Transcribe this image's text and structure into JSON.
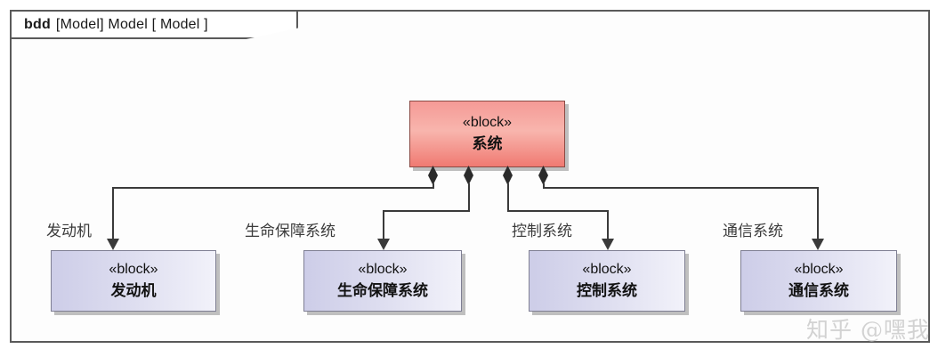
{
  "frame": {
    "kind": "bdd",
    "title": "[Model] Model [ Model ]"
  },
  "diagram": {
    "type": "sysml-block-definition-diagram",
    "root": {
      "stereotype": "«block»",
      "name": "系统",
      "fill": "#f3998f",
      "border": "#8a4a44"
    },
    "children": [
      {
        "stereotype": "«block»",
        "name": "发动机",
        "role_label": "发动机",
        "fill": "#dcdcf0",
        "border": "#7f7f93"
      },
      {
        "stereotype": "«block»",
        "name": "生命保障系统",
        "role_label": "生命保障系统",
        "fill": "#dcdcf0",
        "border": "#7f7f93"
      },
      {
        "stereotype": "«block»",
        "name": "控制系统",
        "role_label": "控制系统",
        "fill": "#dcdcf0",
        "border": "#7f7f93"
      },
      {
        "stereotype": "«block»",
        "name": "通信系统",
        "role_label": "通信系统",
        "fill": "#dcdcf0",
        "border": "#7f7f93"
      }
    ],
    "relationship": "composition",
    "connector_color": "#3a3a3a"
  },
  "watermark": "知乎 @嘿我"
}
